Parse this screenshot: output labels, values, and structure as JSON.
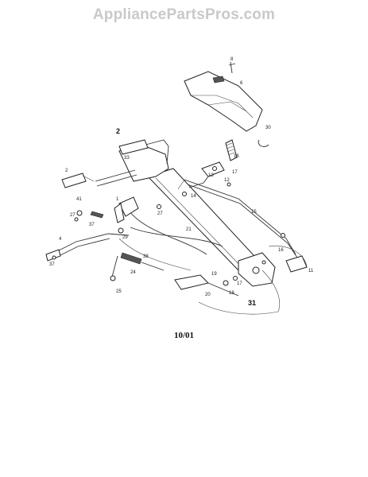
{
  "watermark": "AppliancePartsPros.com",
  "date_code": "10/01",
  "callouts": [
    "8",
    "6",
    "30",
    "2",
    "16",
    "17",
    "12",
    "13",
    "33",
    "2",
    "14",
    "41",
    "27",
    "37",
    "1",
    "27",
    "15",
    "21",
    "4",
    "29",
    "37",
    "38",
    "24",
    "25",
    "16",
    "19",
    "18",
    "17",
    "20",
    "31",
    "11"
  ]
}
